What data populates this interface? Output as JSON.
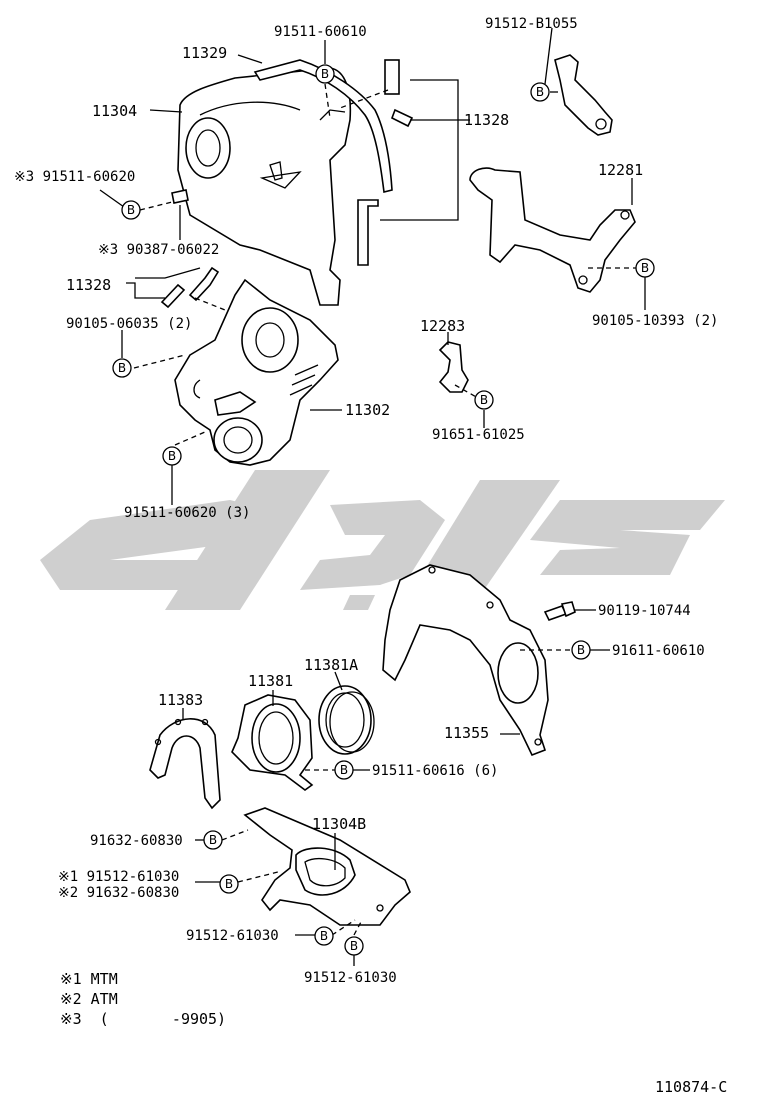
{
  "bolt_marker": "B",
  "parts": {
    "p11329": "11329",
    "p11304": "11304",
    "p91511_60610": "91511-60610",
    "p91512_B1055": "91512-B1055",
    "p11328_top": "11328",
    "p12281": "12281",
    "p91511_60620_a": "※3 91511-60620",
    "p90387_06022": "※3 90387-06022",
    "p11328_left": "11328",
    "p90105_06035": "90105-06035 (2)",
    "p90105_10393": "90105-10393 (2)",
    "p12283": "12283",
    "p11302": "11302",
    "p91651_61025": "91651-61025",
    "p91511_60620_b": "91511-60620 (3)",
    "p90119_10744": "90119-10744",
    "p91611_60610": "91611-60610",
    "p11381": "11381",
    "p11381A": "11381A",
    "p11383": "11383",
    "p11355": "11355",
    "p91511_60616": "91511-60616 (6)",
    "p11304B": "11304B",
    "p91632_60830_a": "91632-60830",
    "p91512_61030_a": "※1 91512-61030",
    "p91632_60830_b": "※2 91632-60830",
    "p91512_61030_b": "91512-61030",
    "p91512_61030_c": "91512-61030"
  },
  "legend": {
    "line1": "※1  MTM",
    "line2": "※2  ATM",
    "line3": "※3  (       -9905)"
  },
  "diagram_code": "110874-C",
  "colors": {
    "ink": "#000000",
    "watermark": "#cfcfcf"
  }
}
